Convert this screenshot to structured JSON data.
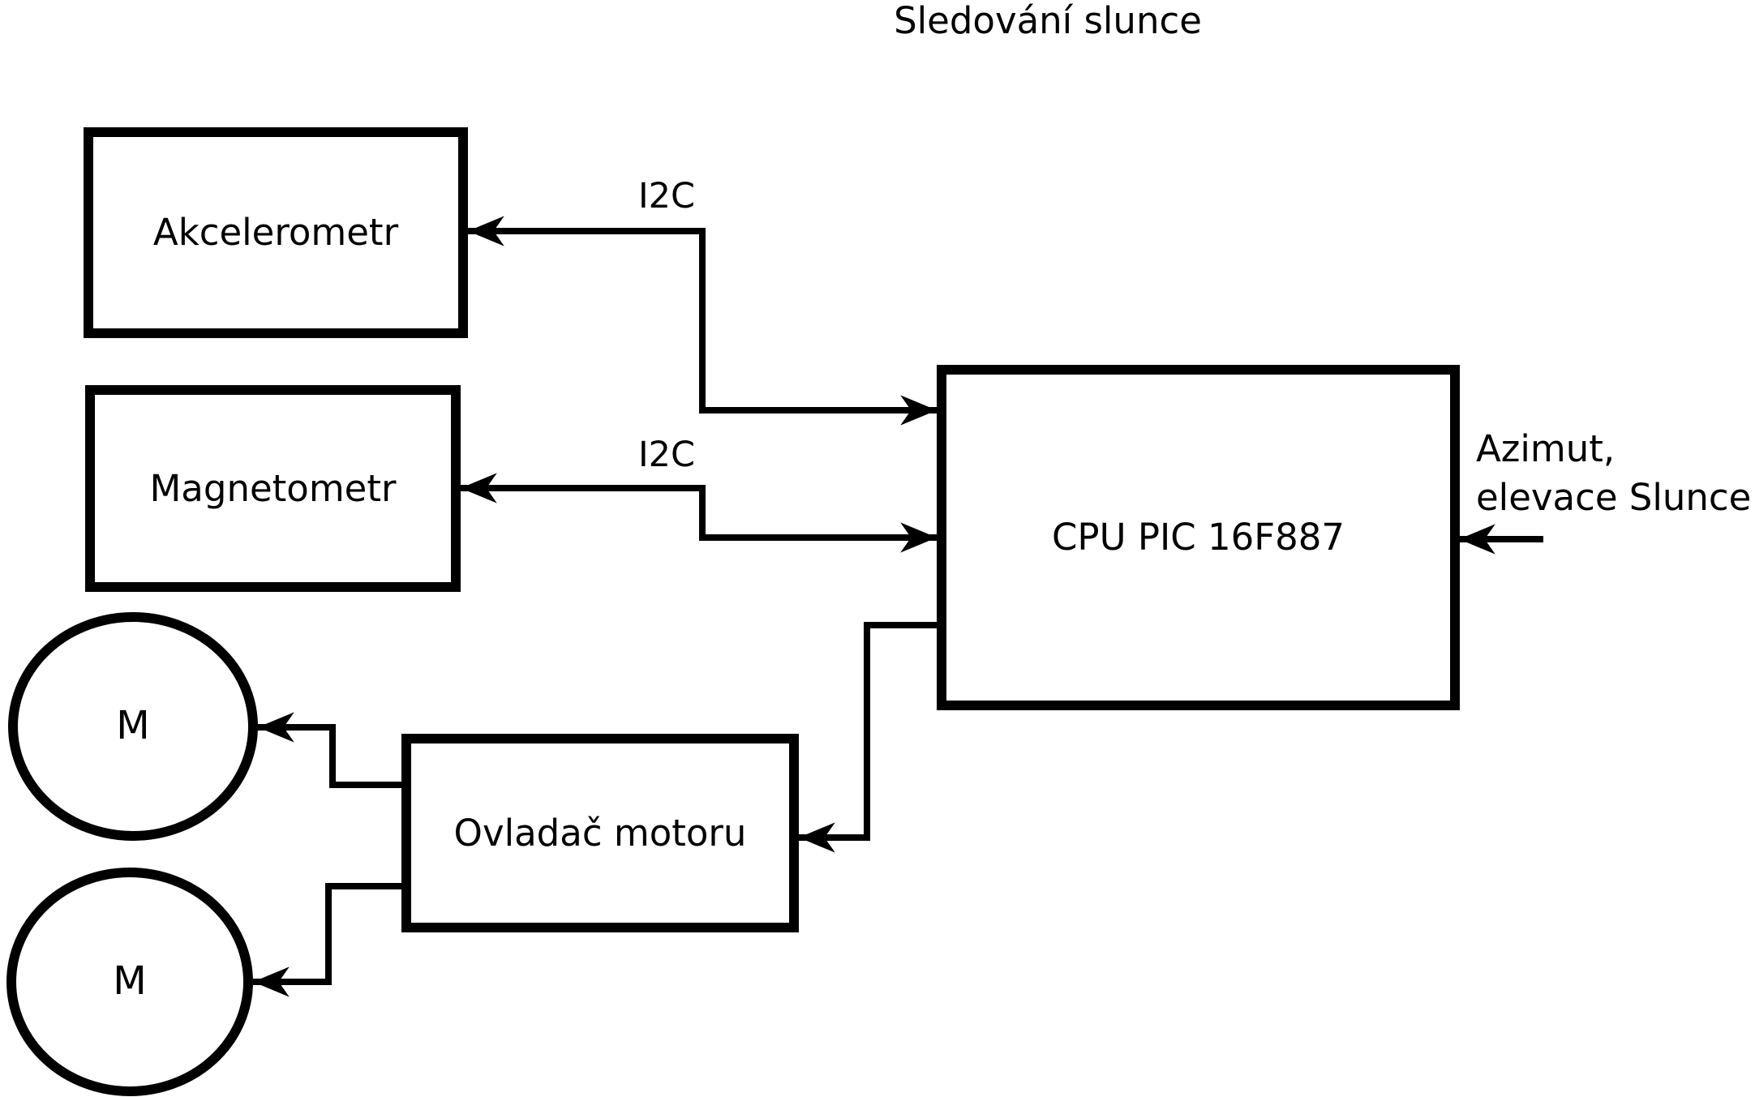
{
  "title": "Sledování slunce",
  "colors": {
    "stroke": "#000000",
    "background": "#ffffff"
  },
  "nodes": {
    "akcelerometr": {
      "label": "Akcelerometr"
    },
    "magnetometr": {
      "label": "Magnetometr"
    },
    "cpu": {
      "label": "CPU PIC 16F887"
    },
    "ovladac": {
      "label": "Ovladač motoru"
    },
    "motor1": {
      "label": "M"
    },
    "motor2": {
      "label": "M"
    }
  },
  "edges": {
    "i2c_akcelerometr": {
      "label": "I2C"
    },
    "i2c_magnetometr": {
      "label": "I2C"
    },
    "azimut": {
      "label_line1": "Azimut,",
      "label_line2": "elevace Slunce"
    }
  }
}
